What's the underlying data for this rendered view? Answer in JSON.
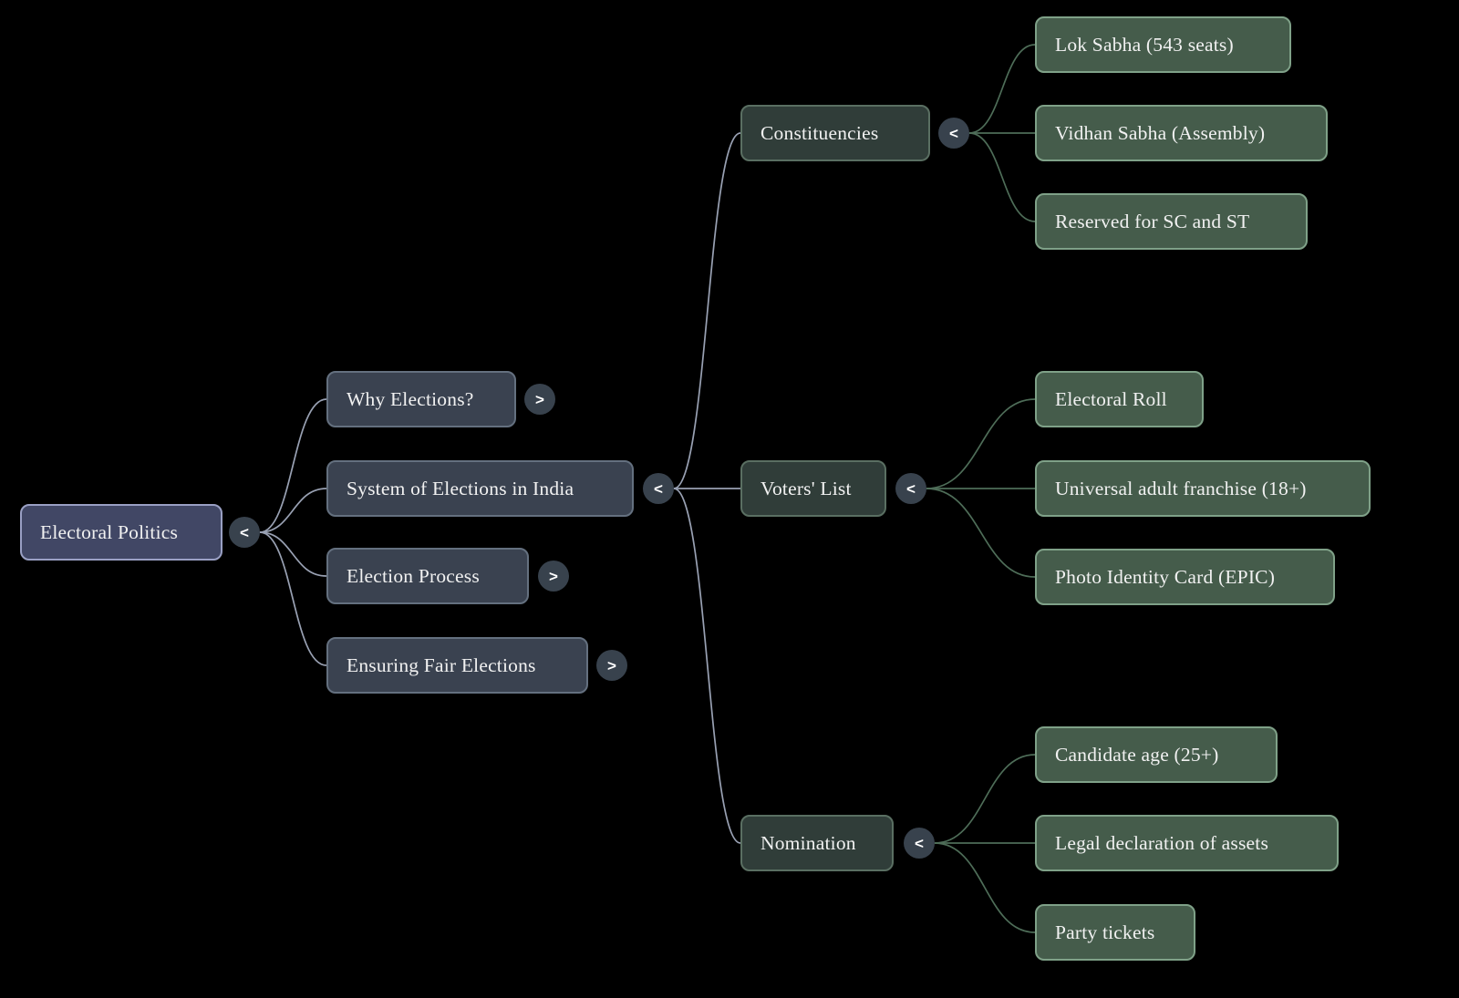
{
  "palette": {
    "background": "#000000",
    "text": "#f1f1f1",
    "root_fill": "#414765",
    "root_border": "#9aa0c4",
    "branch_fill": "#3a4250",
    "branch_border": "#64707f",
    "topic_fill": "#303d39",
    "topic_border": "#5a6f62",
    "leaf_fill": "#455c4b",
    "leaf_border": "#7fa188",
    "toggle_fill": "#38424d",
    "edge_slate": "#99a1b3",
    "edge_green": "#4e6d58"
  },
  "root": {
    "label": "Electoral Politics",
    "toggle": "<"
  },
  "branches": [
    {
      "label": "Why Elections?",
      "toggle": ">"
    },
    {
      "label": "System of Elections in India",
      "toggle": "<"
    },
    {
      "label": "Election Process",
      "toggle": ">"
    },
    {
      "label": "Ensuring Fair Elections",
      "toggle": ">"
    }
  ],
  "topics": [
    {
      "label": "Constituencies",
      "toggle": "<"
    },
    {
      "label": "Voters' List",
      "toggle": "<"
    },
    {
      "label": "Nomination",
      "toggle": "<"
    }
  ],
  "leaves": {
    "constituencies": [
      "Lok Sabha (543 seats)",
      "Vidhan Sabha (Assembly)",
      "Reserved for SC and ST"
    ],
    "voters_list": [
      "Electoral Roll",
      "Universal adult franchise (18+)",
      "Photo Identity Card (EPIC)"
    ],
    "nomination": [
      "Candidate age (25+)",
      "Legal declaration of assets",
      "Party tickets"
    ]
  }
}
